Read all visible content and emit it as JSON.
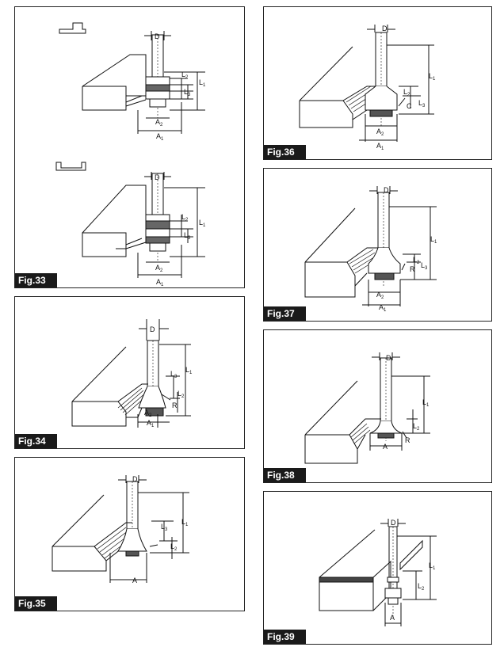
{
  "figures": [
    {
      "id": "fig33",
      "label": "Fig.33"
    },
    {
      "id": "fig34",
      "label": "Fig.34"
    },
    {
      "id": "fig35",
      "label": "Fig.35"
    },
    {
      "id": "fig36",
      "label": "Fig.36"
    },
    {
      "id": "fig37",
      "label": "Fig.37"
    },
    {
      "id": "fig38",
      "label": "Fig.38"
    },
    {
      "id": "fig39",
      "label": "Fig.39"
    }
  ],
  "dims": {
    "D": "D",
    "A": "A",
    "A1": "A1",
    "A2": "A2",
    "L1": "L1",
    "L2": "L2",
    "L3": "L3",
    "R": "R",
    "C": "C"
  }
}
